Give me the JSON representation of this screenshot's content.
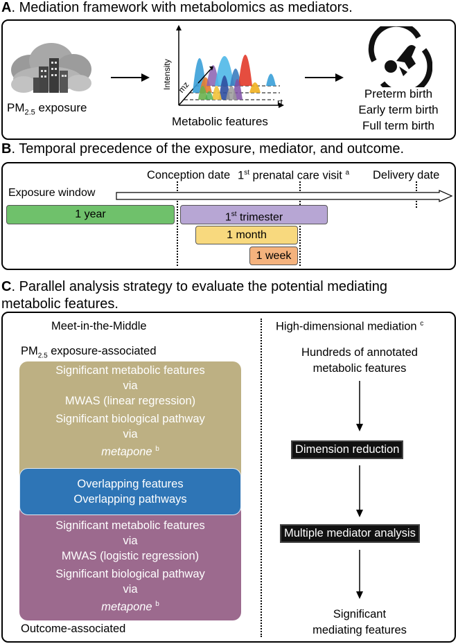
{
  "colors": {
    "green_bar": "#6fc16b",
    "purple_bar": "#b7a6d4",
    "yellow_bar": "#f8d97e",
    "orange_bar": "#f4b27d",
    "khaki_block": "#bdb083",
    "blue_block": "#2e75b6",
    "mauve_block": "#9c6a8e"
  },
  "section_a": {
    "letter": "A",
    "title": ". Mediation framework with metabolomics as mediators.",
    "exposure_label_prefix": "PM",
    "exposure_label_sub": "2.5",
    "exposure_label_suffix": " exposure",
    "plot_axis_y": "Intensity",
    "plot_axis_mz": "mz",
    "plot_axis_rt": "rt",
    "plot_caption": "Metabolic features",
    "outcomes": [
      "Preterm birth",
      "Early term birth",
      "Full term birth"
    ]
  },
  "section_b": {
    "letter": "B",
    "title": ". Temporal precedence of the exposure, mediator, and outcome.",
    "conception_label": "Conception date",
    "visit_label_prefix": "1",
    "visit_label_sup": "st",
    "visit_label_rest": " prenatal  care visit",
    "visit_label_note": "a",
    "delivery_label": "Delivery date",
    "exposure_window": "Exposure window",
    "bar_year": "1 year",
    "bar_trimester_prefix": "1",
    "bar_trimester_sup": "st",
    "bar_trimester_rest": " trimester",
    "bar_month": "1 month",
    "bar_week": "1 week"
  },
  "section_c": {
    "letter": "C",
    "title_line1": ". Parallel analysis strategy to evaluate the potential mediating",
    "title_line2": "metabolic features.",
    "left_heading": "Meet-in-the-Middle",
    "right_heading": "High-dimensional mediation",
    "right_heading_note": "c",
    "exposure_assoc_prefix": "PM",
    "exposure_assoc_sub": "2.5",
    "exposure_assoc_suffix": " exposure-associated",
    "top_block": {
      "l1": "Significant metabolic features",
      "l2": "via",
      "l3": "MWAS (linear regression)",
      "l4": "Significant biological pathway",
      "l5": "via",
      "l6": "metapone",
      "note": "b"
    },
    "middle_block": {
      "l1": "Overlapping features",
      "l2": "Overlapping pathways"
    },
    "bottom_block": {
      "l1": "Significant metabolic features",
      "l2": "via",
      "l3": "MWAS (logistic regression)",
      "l4": "Significant biological pathway",
      "l5": "via",
      "l6": "metapone",
      "note": "b"
    },
    "outcome_assoc": "Outcome-associated",
    "right_top_l1": "Hundreds of annotated",
    "right_top_l2": "metabolic features",
    "step1": "Dimension reduction",
    "step2": "Multiple mediator analysis",
    "right_bottom_l1": "Significant",
    "right_bottom_l2": "mediating features"
  }
}
